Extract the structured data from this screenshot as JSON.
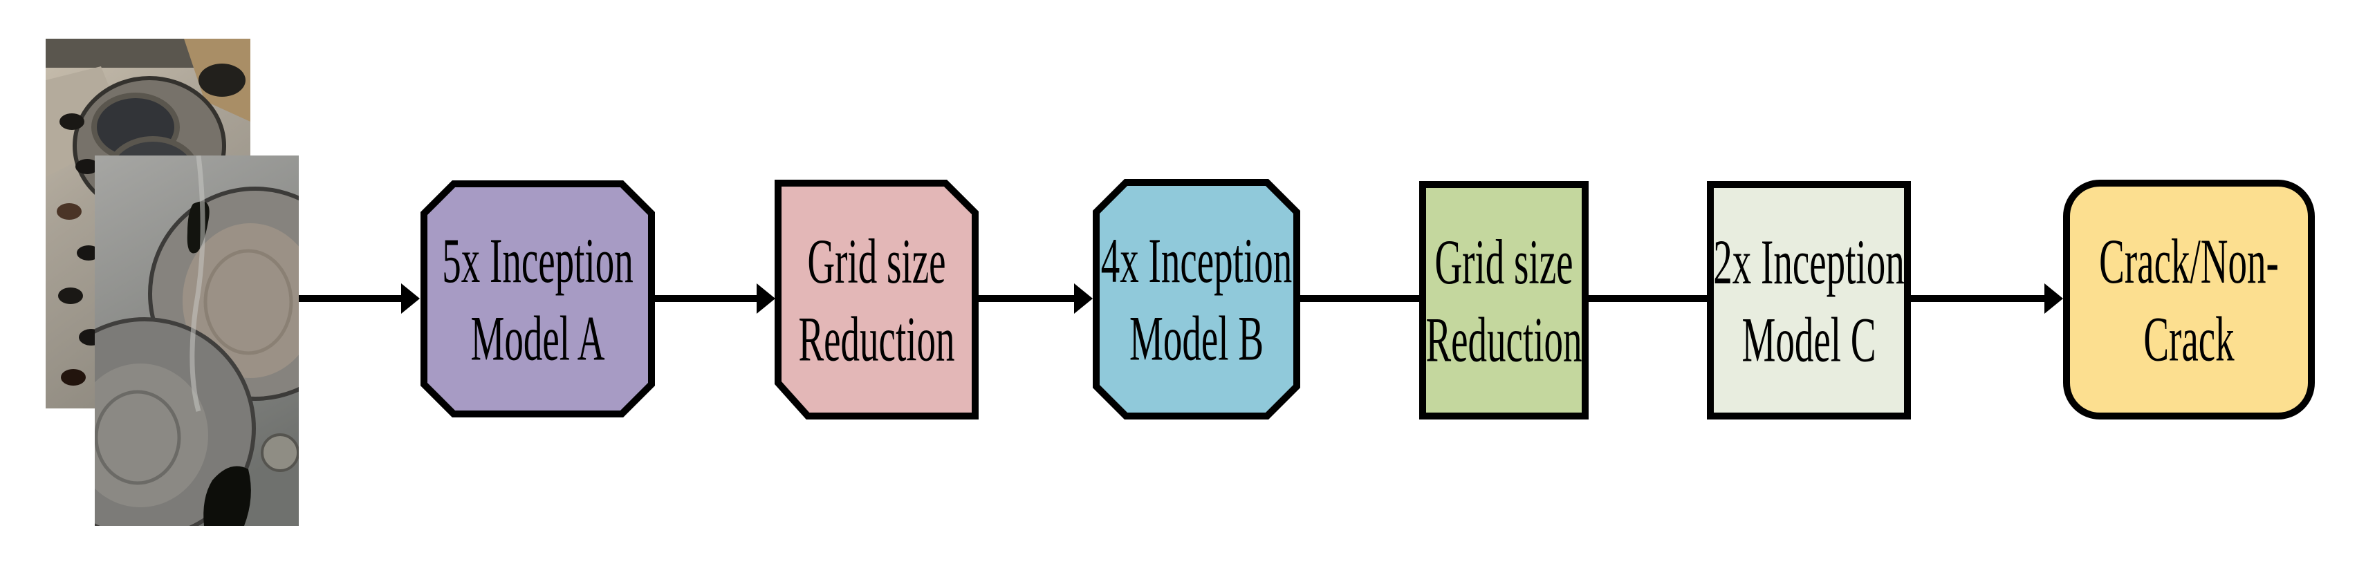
{
  "colors": {
    "background": "#ffffff",
    "outline": "#000000"
  },
  "input": {
    "back_photo_label": "engine-cylinder-head-photo",
    "front_photo_label": "engine-block-crack-closeup-photo"
  },
  "nodes": [
    {
      "id": "inception-model-a",
      "line1": "5x Inception",
      "line2": "Model A",
      "shape": "octagon",
      "fill": "#a79bc4"
    },
    {
      "id": "grid-size-reduction-1",
      "line1": "Grid size",
      "line2": "Reduction",
      "shape": "chamfer-card",
      "fill": "#e3b7b7"
    },
    {
      "id": "inception-model-b",
      "line1": "4x Inception",
      "line2": "Model B",
      "shape": "octagon",
      "fill": "#90c9da"
    },
    {
      "id": "grid-size-reduction-2",
      "line1": "Grid size",
      "line2": "Reduction",
      "shape": "rectangle",
      "fill": "#c4d79e"
    },
    {
      "id": "inception-model-c",
      "line1": "2x Inception",
      "line2": "Model C",
      "shape": "rectangle",
      "fill": "#e8eddf"
    },
    {
      "id": "output-crack-noncrack",
      "line1": "Crack/Non-",
      "line2": "Crack",
      "shape": "rounded",
      "fill": "#fcdf90"
    }
  ],
  "connectors": [
    {
      "from": "input-photos",
      "to": "inception-model-a",
      "arrowhead": true
    },
    {
      "from": "inception-model-a",
      "to": "grid-size-reduction-1",
      "arrowhead": true
    },
    {
      "from": "grid-size-reduction-1",
      "to": "inception-model-b",
      "arrowhead": true
    },
    {
      "from": "inception-model-b",
      "to": "grid-size-reduction-2",
      "arrowhead": false
    },
    {
      "from": "grid-size-reduction-2",
      "to": "inception-model-c",
      "arrowhead": false
    },
    {
      "from": "inception-model-c",
      "to": "output-crack-noncrack",
      "arrowhead": true
    }
  ]
}
